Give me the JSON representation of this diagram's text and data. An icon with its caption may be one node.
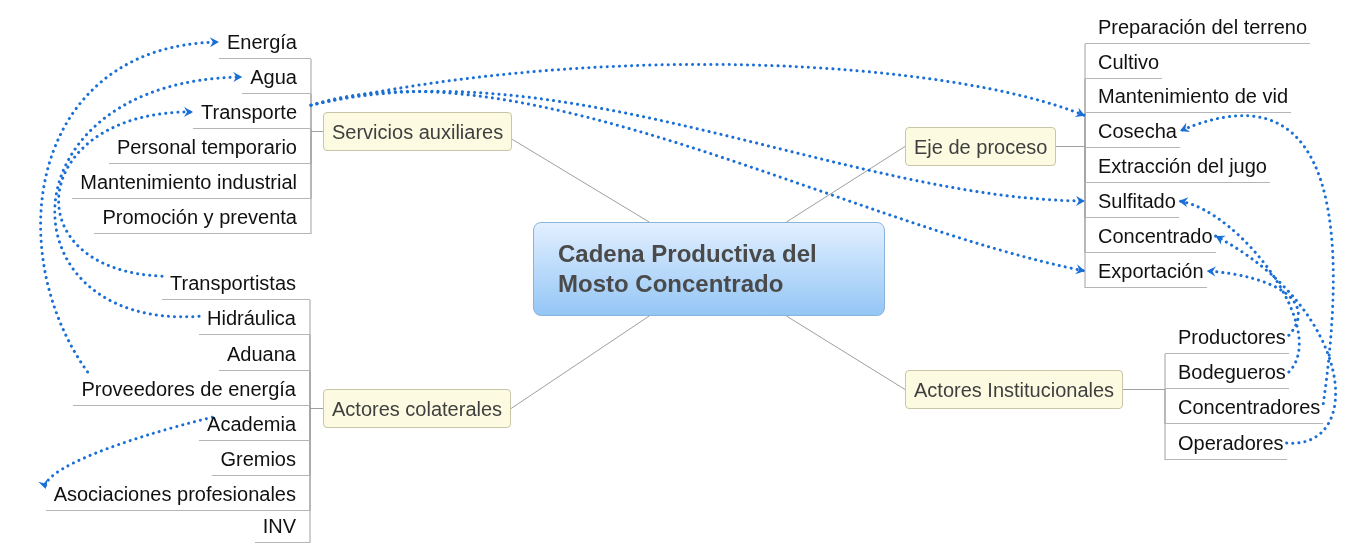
{
  "diagram": {
    "nodes": [
      {
        "text": [
          "Cadena Productiva del Mosto Concentrado"
        ]
      },
      {
        "text": [
          "Servicios auxiliares"
        ]
      },
      {
        "text": [
          "Energía"
        ]
      },
      {
        "text": [
          "Agua"
        ]
      },
      {
        "text": [
          "Transporte"
        ]
      },
      {
        "text": [
          "Personal temporario"
        ]
      },
      {
        "text": [
          "Mantenimiento industrial"
        ]
      },
      {
        "text": [
          "Promoción y preventa"
        ]
      },
      {
        "text": [
          "Actores colaterales"
        ]
      },
      {
        "text": [
          "Transportistas"
        ]
      },
      {
        "text": [
          "Hidráulica"
        ]
      },
      {
        "text": [
          "Aduana"
        ]
      },
      {
        "text": [
          "Proveedores de energía"
        ]
      },
      {
        "text": [
          "Academia"
        ]
      },
      {
        "text": [
          "Gremios"
        ]
      },
      {
        "text": [
          "Asociaciones profesionales"
        ]
      },
      {
        "text": [
          "INV"
        ]
      },
      {
        "text": [
          "Eje de proceso"
        ]
      },
      {
        "text": [
          "Preparación del terreno"
        ]
      },
      {
        "text": [
          "Cultivo"
        ]
      },
      {
        "text": [
          "Mantenimiento de vid"
        ]
      },
      {
        "text": [
          "Cosecha"
        ]
      },
      {
        "text": [
          "Extracción del jugo"
        ]
      },
      {
        "text": [
          "Sulfitado"
        ]
      },
      {
        "text": [
          "Concentrado"
        ]
      },
      {
        "text": [
          "Exportación"
        ]
      },
      {
        "text": [
          "Actores Institucionales"
        ]
      },
      {
        "text": [
          "Productores"
        ]
      },
      {
        "text": [
          "Bodegueros"
        ]
      },
      {
        "text": [
          "Concentradores"
        ]
      },
      {
        "text": [
          "Operadores"
        ]
      }
    ],
    "edges": [
      {
        "from": 0,
        "to": 1,
        "arrow": "none"
      },
      {
        "from": 0,
        "to": 8,
        "arrow": "none"
      },
      {
        "from": 0,
        "to": 17,
        "arrow": "none"
      },
      {
        "from": 0,
        "to": 26,
        "arrow": "none"
      },
      {
        "from": 1,
        "to": 2,
        "arrow": "none"
      },
      {
        "from": 1,
        "to": 3,
        "arrow": "none"
      },
      {
        "from": 1,
        "to": 4,
        "arrow": "none"
      },
      {
        "from": 1,
        "to": 5,
        "arrow": "none"
      },
      {
        "from": 1,
        "to": 6,
        "arrow": "none"
      },
      {
        "from": 1,
        "to": 7,
        "arrow": "none"
      },
      {
        "from": 8,
        "to": 9,
        "arrow": "none"
      },
      {
        "from": 8,
        "to": 10,
        "arrow": "none"
      },
      {
        "from": 8,
        "to": 11,
        "arrow": "none"
      },
      {
        "from": 8,
        "to": 12,
        "arrow": "none"
      },
      {
        "from": 8,
        "to": 13,
        "arrow": "none"
      },
      {
        "from": 8,
        "to": 14,
        "arrow": "none"
      },
      {
        "from": 8,
        "to": 15,
        "arrow": "none"
      },
      {
        "from": 8,
        "to": 16,
        "arrow": "none"
      },
      {
        "from": 17,
        "to": 18,
        "arrow": "none"
      },
      {
        "from": 17,
        "to": 19,
        "arrow": "none"
      },
      {
        "from": 17,
        "to": 20,
        "arrow": "none"
      },
      {
        "from": 17,
        "to": 21,
        "arrow": "none"
      },
      {
        "from": 17,
        "to": 22,
        "arrow": "none"
      },
      {
        "from": 17,
        "to": 23,
        "arrow": "none"
      },
      {
        "from": 17,
        "to": 24,
        "arrow": "none"
      },
      {
        "from": 17,
        "to": 25,
        "arrow": "none"
      },
      {
        "from": 26,
        "to": 27,
        "arrow": "none"
      },
      {
        "from": 26,
        "to": 28,
        "arrow": "none"
      },
      {
        "from": 26,
        "to": 29,
        "arrow": "none"
      },
      {
        "from": 26,
        "to": 30,
        "arrow": "none"
      },
      {
        "from": 12,
        "to": 2,
        "arrow": "to",
        "style": "dashed",
        "color": "#1a6fd6"
      },
      {
        "from": 10,
        "to": 3,
        "arrow": "to",
        "style": "dashed",
        "color": "#1a6fd6"
      },
      {
        "from": 9,
        "to": 4,
        "arrow": "to",
        "style": "dashed",
        "color": "#1a6fd6"
      },
      {
        "from": 4,
        "to": 21,
        "arrow": "to",
        "style": "dashed",
        "color": "#1a6fd6"
      },
      {
        "from": 4,
        "to": 23,
        "arrow": "to",
        "style": "dashed",
        "color": "#1a6fd6"
      },
      {
        "from": 4,
        "to": 25,
        "arrow": "to",
        "style": "dashed",
        "color": "#1a6fd6"
      },
      {
        "from": 13,
        "to": 15,
        "arrow": "to",
        "style": "dashed",
        "color": "#1a6fd6"
      },
      {
        "from": 27,
        "to": 25,
        "arrow": "to",
        "style": "dashed",
        "color": "#1a6fd6"
      },
      {
        "from": 28,
        "to": 23,
        "arrow": "to",
        "style": "dashed",
        "color": "#1a6fd6"
      },
      {
        "from": 29,
        "to": 21,
        "arrow": "to",
        "style": "dashed",
        "color": "#1a6fd6"
      },
      {
        "from": 30,
        "to": 24,
        "arrow": "to",
        "style": "dashed",
        "color": "#1a6fd6"
      }
    ]
  }
}
